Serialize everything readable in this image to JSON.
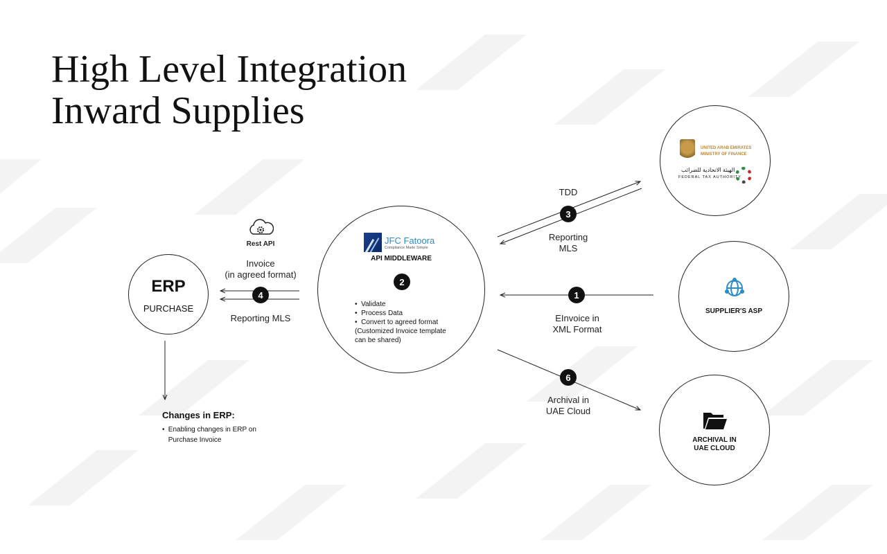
{
  "title": {
    "line1": "High Level Integration",
    "line2": "Inward Supplies"
  },
  "erp": {
    "title": "ERP",
    "subtitle": "PURCHASE"
  },
  "rest_api": {
    "label": "Rest API",
    "icon": "cloud-gear-icon"
  },
  "invoice_label": "Invoice\n(in agreed format)",
  "reporting_mls_left": "Reporting MLS",
  "middleware": {
    "brand": "JFC Fatoora",
    "tagline": "Compliance Made Simple",
    "title": "API MIDDLEWARE",
    "step": "2",
    "bullets": [
      "Validate",
      "Process Data",
      "Convert to agreed format"
    ],
    "note": "(Customized Invoice template can be shared)"
  },
  "steps": {
    "s1": "1",
    "s3": "3",
    "s4": "4",
    "s6": "6"
  },
  "tdd_label": "TDD",
  "reporting_mls_right": "Reporting\nMLS",
  "einvoice_label": "EInvoice in\nXML Format",
  "archival_label": "Archival in\nUAE Cloud",
  "uae": {
    "line1": "UNITED ARAB EMIRATES",
    "line2": "MINISTRY OF FINANCE",
    "arabic": "الهيئة الاتحادية للضرائب",
    "fta": "FEDERAL TAX AUTHORITY"
  },
  "supplier": {
    "label": "SUPPLIER'S ASP"
  },
  "archival": {
    "label": "ARCHIVAL IN\nUAE CLOUD"
  },
  "erp_changes": {
    "title": "Changes in ERP:",
    "bullet": "Enabling changes in ERP on Purchase Invoice"
  }
}
